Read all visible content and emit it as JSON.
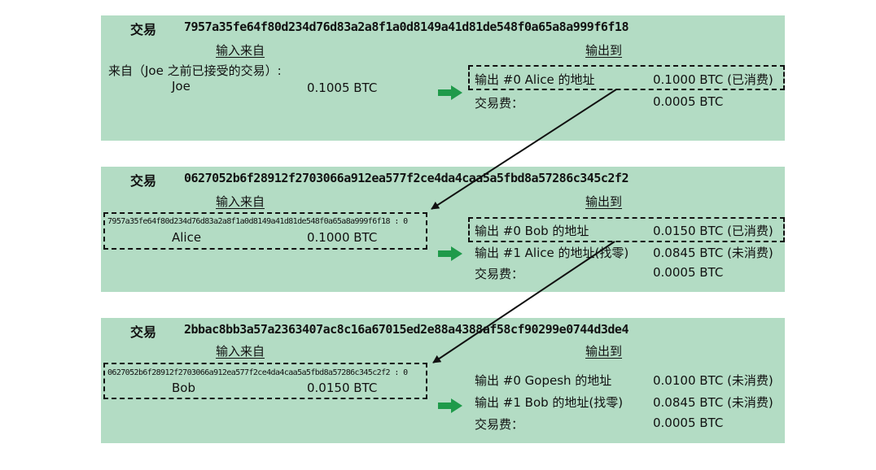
{
  "labels": {
    "tx": "交易",
    "input_from": "输入来自",
    "output_to": "输出到"
  },
  "tx1": {
    "hash": "7957a35fe64f80d234d76d83a2a8f1a0d8149a41d81de548f0a65a8a999f6f18",
    "input_source": "来自（Joe 之前已接受的交易）:",
    "input_name": "Joe",
    "input_amount": "0.1005 BTC",
    "out0_label": "输出 #0 Alice 的地址",
    "out0_amount": "0.1000 BTC (已消费)",
    "fee_label": "交易费：",
    "fee_amount": "0.0005 BTC"
  },
  "tx2": {
    "hash": "0627052b6f28912f2703066a912ea577f2ce4da4caa5a5fbd8a57286c345c2f2",
    "input_ref": "7957a35fe64f80d234d76d83a2a8f1a0d8149a41d81de548f0a65a8a999f6f18 : 0",
    "input_name": "Alice",
    "input_amount": "0.1000 BTC",
    "out0_label": "输出 #0 Bob 的地址",
    "out0_amount": "0.0150 BTC (已消费)",
    "out1_label": "输出 #1 Alice 的地址(找零)",
    "out1_amount": "0.0845 BTC (未消费)",
    "fee_label": "交易费：",
    "fee_amount": "0.0005 BTC"
  },
  "tx3": {
    "hash": "2bbac8bb3a57a2363407ac8c16a67015ed2e88a4388af58cf90299e0744d3de4",
    "input_ref": "0627052b6f28912f2703066a912ea577f2ce4da4caa5a5fbd8a57286c345c2f2 : 0",
    "input_name": "Bob",
    "input_amount": "0.0150 BTC",
    "out0_label": "输出 #0 Gopesh 的地址",
    "out0_amount": "0.0100 BTC (未消费)",
    "out1_label": "输出 #1 Bob 的地址(找零)",
    "out1_amount": "0.0845 BTC (未消费)",
    "fee_label": "交易费：",
    "fee_amount": "0.0005 BTC"
  },
  "colors": {
    "panel_bg": "#b3dcc4",
    "arrow_green": "#1f9a4a",
    "line": "#111111"
  }
}
